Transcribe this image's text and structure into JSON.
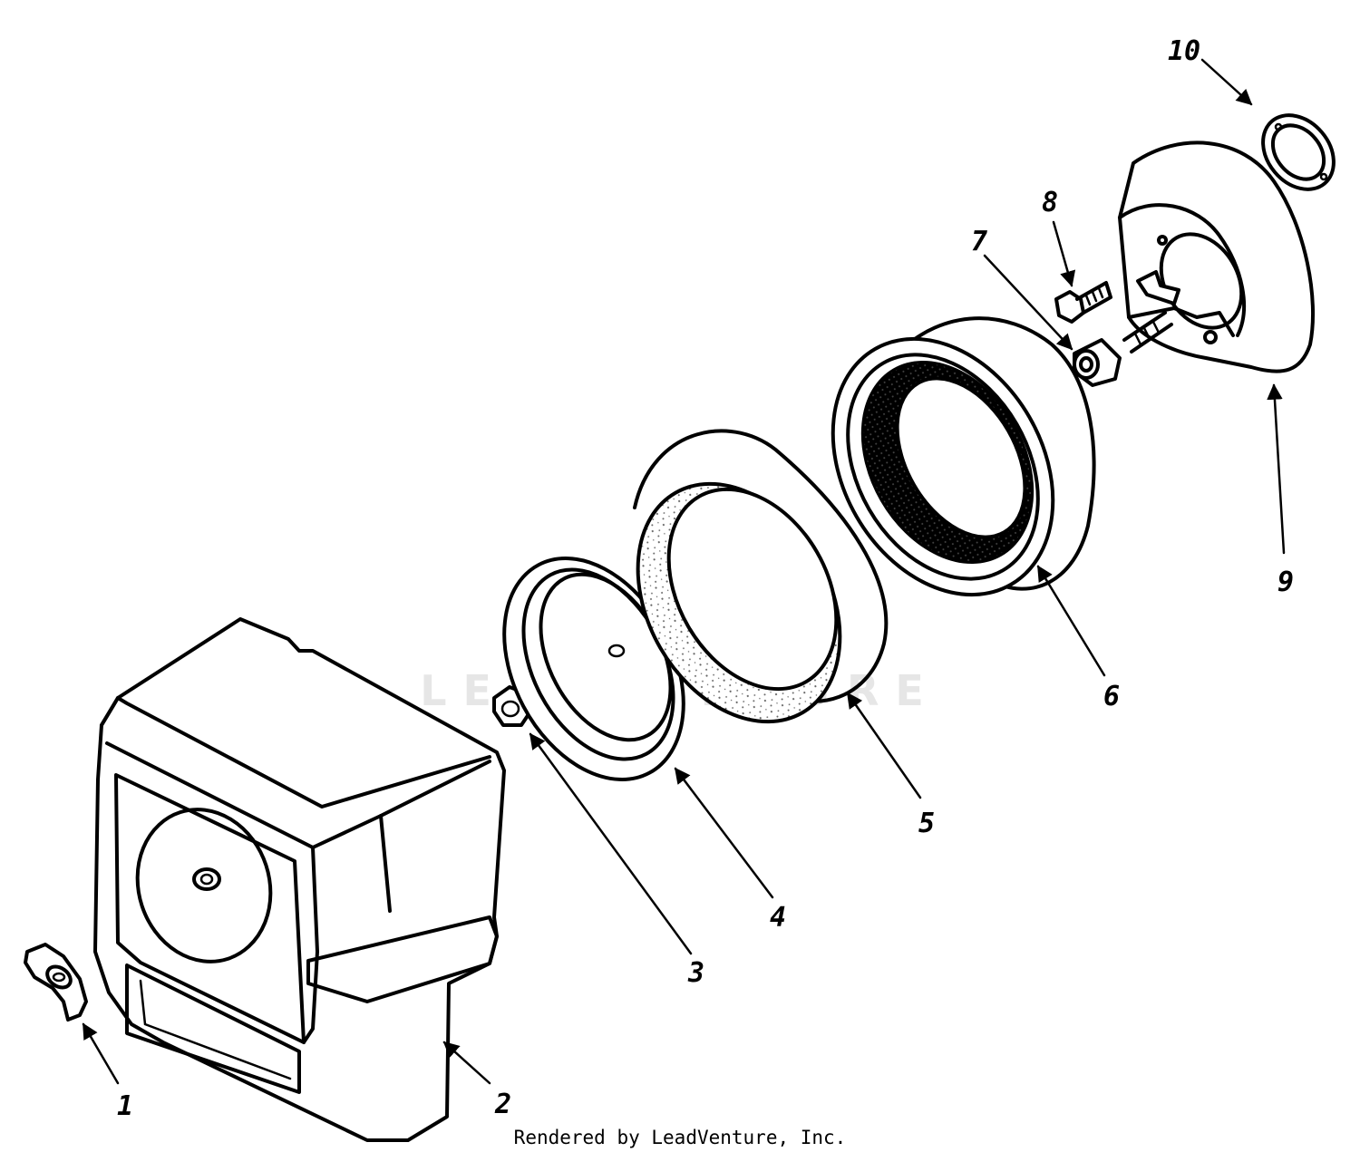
{
  "watermark": "LEADVENTURE",
  "footer": "Rendered by LeadVenture, Inc.",
  "callouts": [
    {
      "id": "1",
      "label": "1"
    },
    {
      "id": "2",
      "label": "2"
    },
    {
      "id": "3",
      "label": "3"
    },
    {
      "id": "4",
      "label": "4"
    },
    {
      "id": "5",
      "label": "5"
    },
    {
      "id": "6",
      "label": "6"
    },
    {
      "id": "7",
      "label": "7"
    },
    {
      "id": "8",
      "label": "8"
    },
    {
      "id": "9",
      "label": "9"
    },
    {
      "id": "10",
      "label": "10"
    }
  ]
}
